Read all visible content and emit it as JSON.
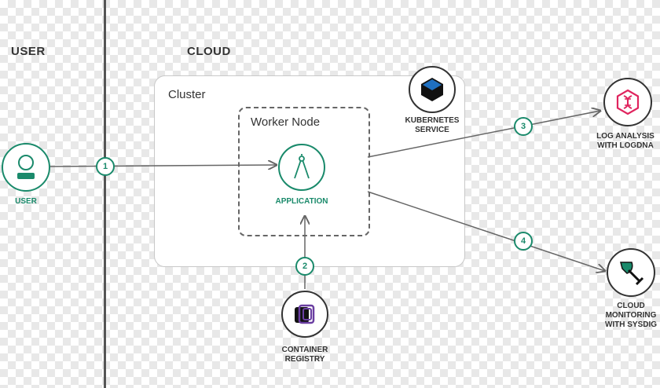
{
  "sections": {
    "user": "USER",
    "cloud": "CLOUD"
  },
  "cluster": {
    "title": "Cluster"
  },
  "worker_node": {
    "title": "Worker Node"
  },
  "nodes": {
    "user": "USER",
    "application": "APPLICATION",
    "kubernetes": "KUBERNETES\nSERVICE",
    "log_analysis": "LOG ANALYSIS\nWITH LOGDNA",
    "monitoring": "CLOUD\nMONITORING\nWITH SYSDIG",
    "registry": "CONTAINER\nREGISTRY"
  },
  "steps": [
    "1",
    "2",
    "3",
    "4"
  ],
  "colors": {
    "accent": "#1a8a6b",
    "logdna": "#e0245e",
    "registry": "#6a3ea1",
    "k8s": "#1f70c1"
  }
}
